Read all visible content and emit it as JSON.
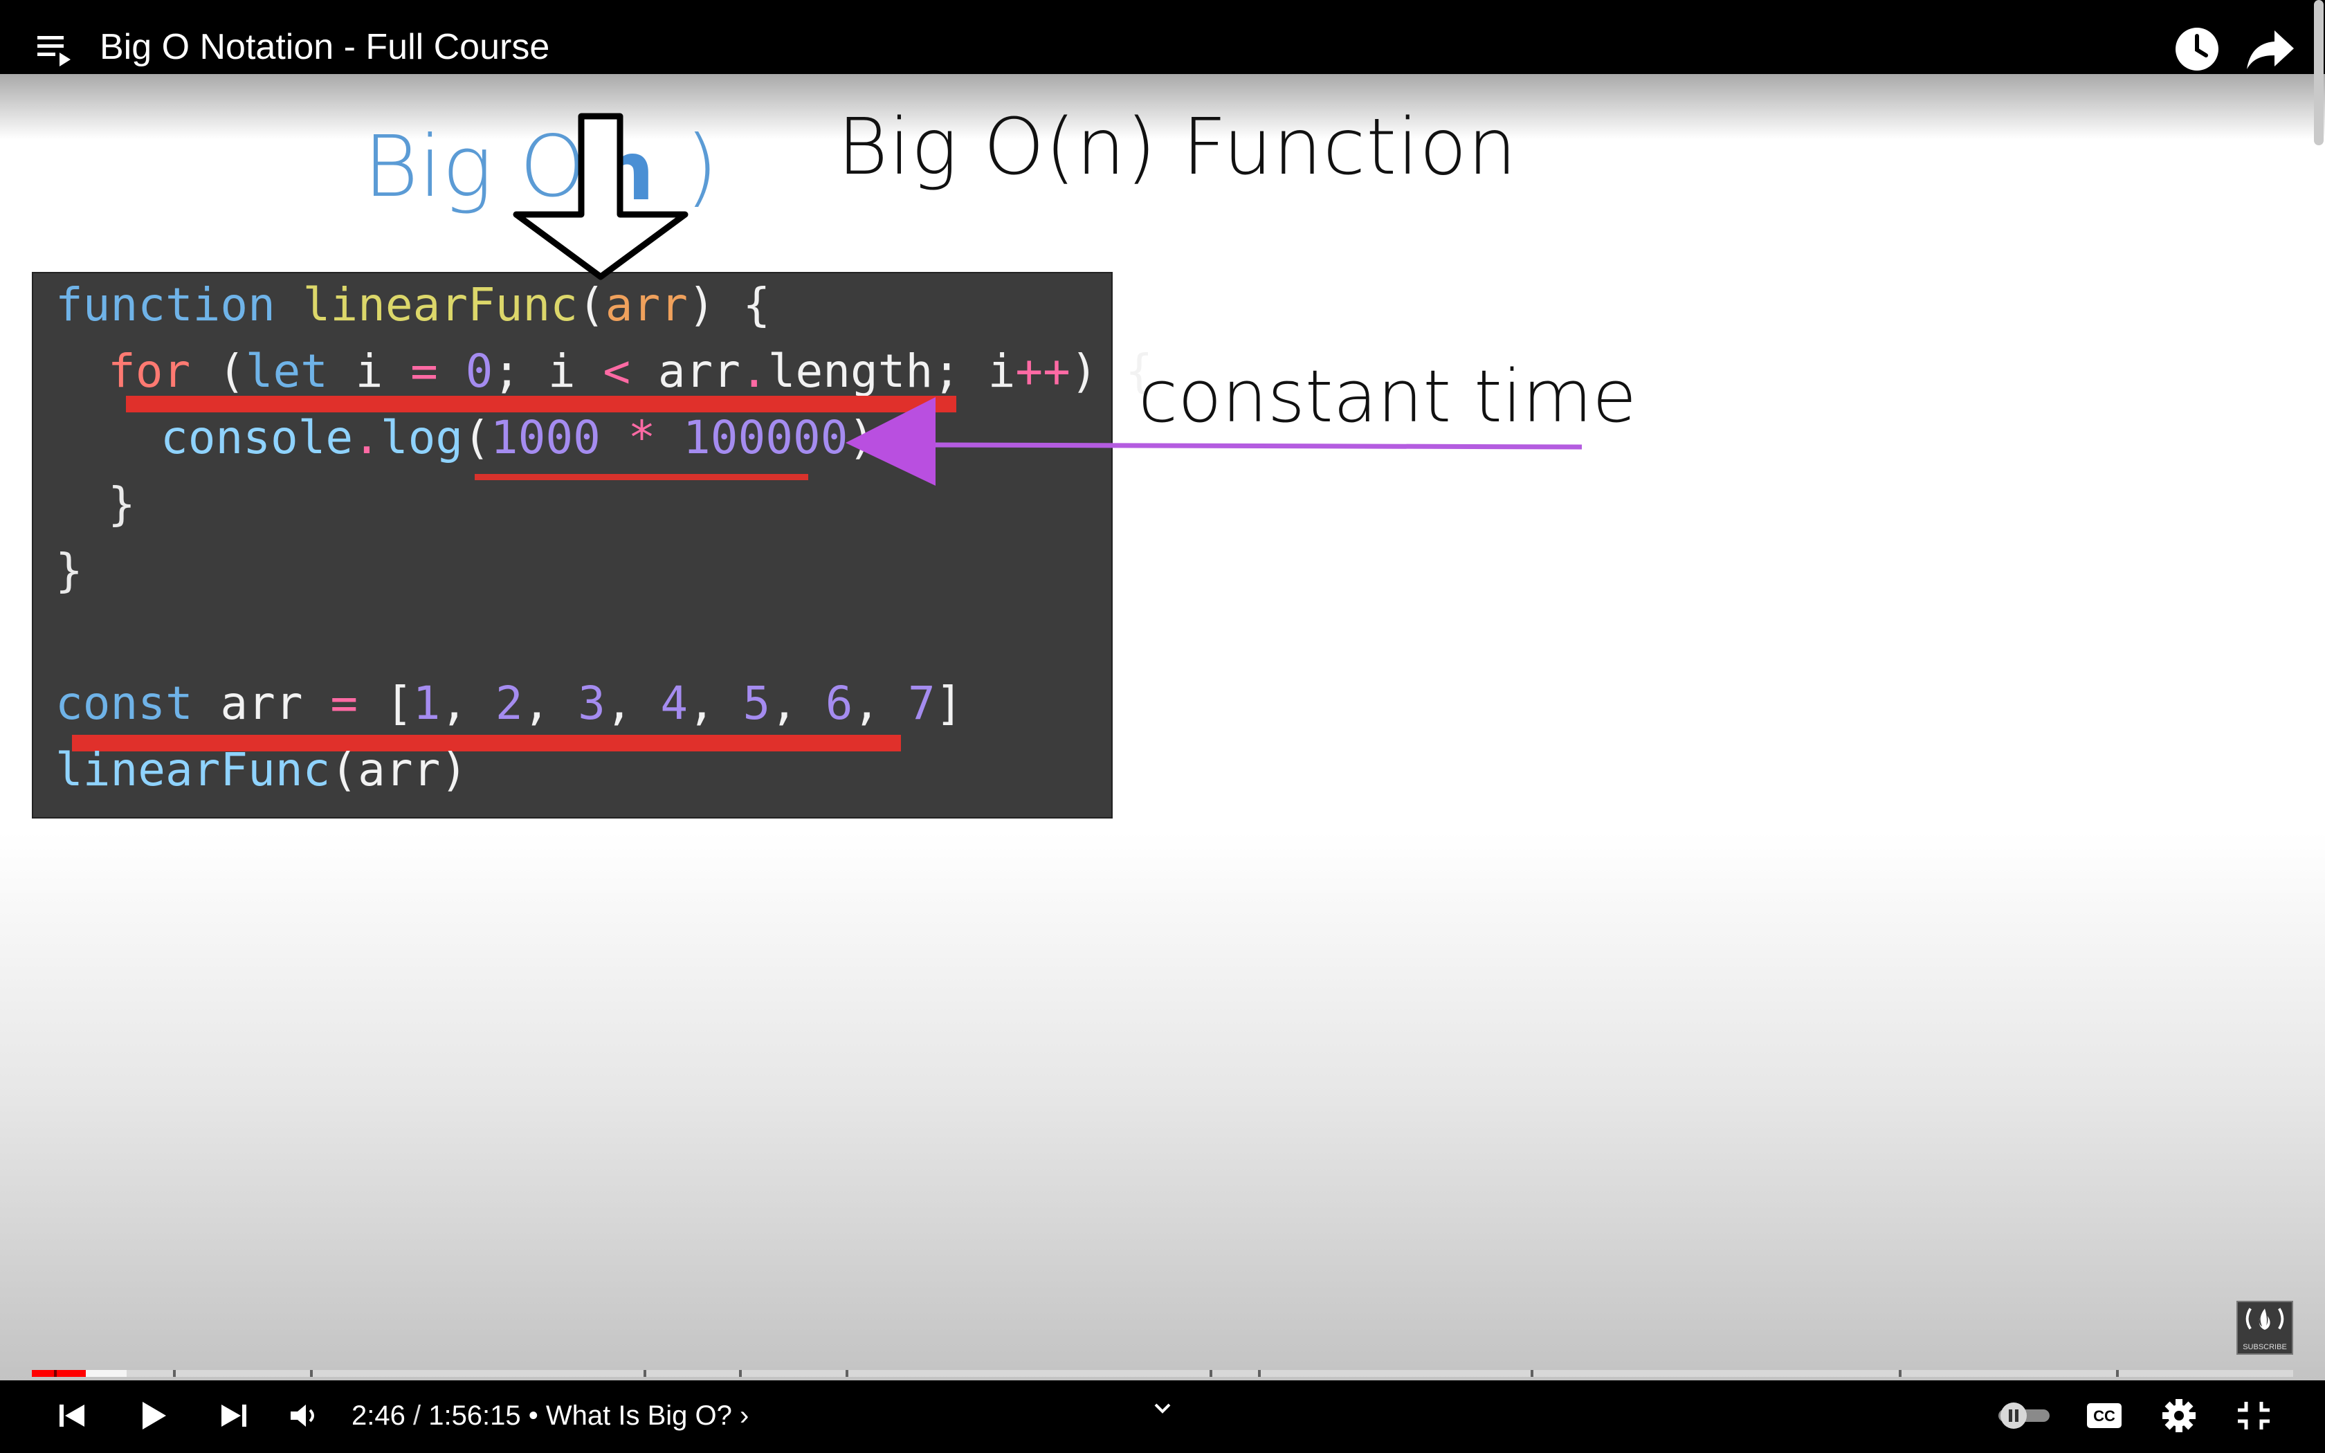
{
  "header": {
    "title": "Big O Notation - Full Course"
  },
  "slide": {
    "big_o_label": "Big O(",
    "big_o_n": "n",
    "big_o_close": ")",
    "slide_title": "Big O(n) Function",
    "annotation": "constant time",
    "code": {
      "line1": {
        "kw": "function",
        "name": "linearFunc",
        "open": "(",
        "param": "arr",
        "close": ") {"
      },
      "line2": {
        "kw": "for",
        "sp": " (",
        "let": "let",
        "i1": " i ",
        "eq": "=",
        "zero": " 0",
        "semi1": "; i ",
        "lt": "<",
        "len": " arr",
        "dot": ".",
        "length": "length; i",
        "pp": "++",
        "tail": ") {"
      },
      "line3": {
        "obj": "console",
        "dot": ".",
        "meth": "log",
        "open": "(",
        "n1": "1000",
        "star": " * ",
        "n2": "100000",
        "close": ")"
      },
      "line4": "}",
      "line5": "}",
      "line7": {
        "kw": "const",
        "name": " arr ",
        "eq": "=",
        "open": " [",
        "items": [
          "1",
          "2",
          "3",
          "4",
          "5",
          "6",
          "7"
        ],
        "close": "]"
      },
      "line8": {
        "fn": "linearFunc",
        "args": "(arr)"
      }
    },
    "watermark_text": "SUBSCRIBE"
  },
  "player": {
    "current_time": "2:46",
    "separator": " / ",
    "duration": "1:56:15",
    "chapter": "• What Is Big O?",
    "chapter_arrow": "›",
    "progress_played_fraction": 0.024,
    "progress_buffered_fraction": 0.018,
    "accent_color": "#ff0000"
  },
  "icons": {
    "playlist": "playlist-icon",
    "watch_later": "clock-icon",
    "share": "share-icon",
    "prev": "skip-previous-icon",
    "play": "play-icon",
    "next": "skip-next-icon",
    "volume": "volume-icon",
    "autoplay": "autoplay-toggle",
    "captions": "cc-icon",
    "settings": "gear-icon",
    "fullscreen_exit": "exit-fullscreen-icon"
  }
}
